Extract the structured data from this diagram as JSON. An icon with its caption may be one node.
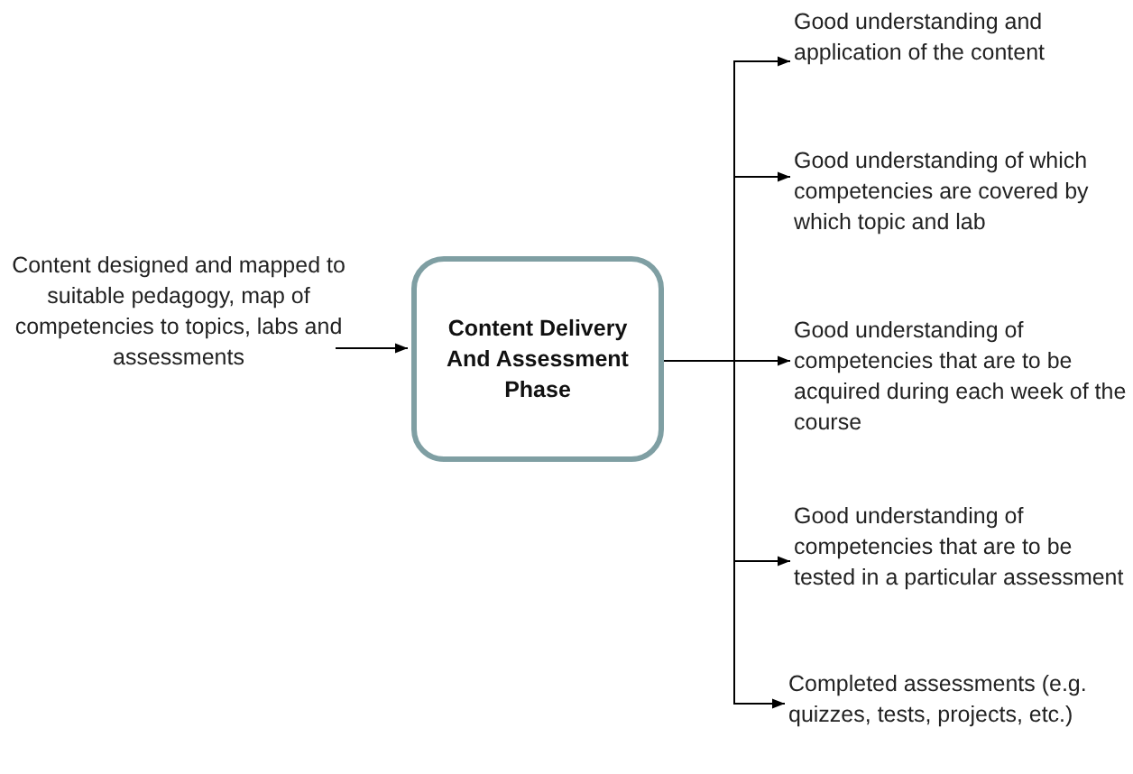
{
  "diagram": {
    "nodes": [
      {
        "text": [
          "Content designed and mapped to suitable pedagogy, map of competencies to topics, labs and assessments"
        ]
      },
      {
        "text": [
          "Content Delivery And Assessment Phase"
        ]
      },
      {
        "text": [
          "Good understanding and application of the content"
        ]
      },
      {
        "text": [
          "Good understanding of which competencies are covered by which topic and lab"
        ]
      },
      {
        "text": [
          "Good understanding of competencies that are to be acquired during each week of the course"
        ]
      },
      {
        "text": [
          "Good understanding of competencies that are to be tested in a particular assessment"
        ]
      },
      {
        "text": [
          "Completed assessments (e.g. quizzes, tests, projects, etc.)"
        ]
      }
    ],
    "edges": [
      {
        "from": 0,
        "to": 1,
        "arrow": "to"
      },
      {
        "from": 1,
        "to": 2,
        "arrow": "to"
      },
      {
        "from": 1,
        "to": 3,
        "arrow": "to"
      },
      {
        "from": 1,
        "to": 4,
        "arrow": "to"
      },
      {
        "from": 1,
        "to": 5,
        "arrow": "to"
      },
      {
        "from": 1,
        "to": 6,
        "arrow": "to"
      }
    ]
  }
}
